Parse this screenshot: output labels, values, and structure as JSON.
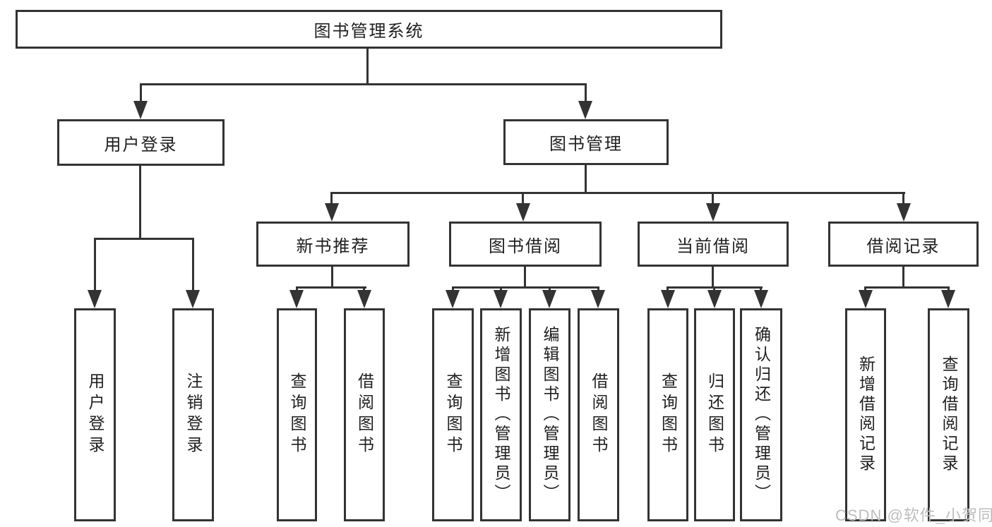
{
  "diagram": {
    "type": "tree",
    "root": {
      "label": "图书管理系统",
      "children": [
        {
          "label": "用户登录",
          "children": [
            {
              "label": "用户登录"
            },
            {
              "label": "注销登录"
            }
          ]
        },
        {
          "label": "图书管理",
          "children": [
            {
              "label": "新书推荐",
              "children": [
                {
                  "label": "查询图书"
                },
                {
                  "label": "借阅图书"
                }
              ]
            },
            {
              "label": "图书借阅",
              "children": [
                {
                  "label": "查询图书"
                },
                {
                  "label": "新增图书（管理员）"
                },
                {
                  "label": "编辑图书（管理员）"
                },
                {
                  "label": "借阅图书"
                }
              ]
            },
            {
              "label": "当前借阅",
              "children": [
                {
                  "label": "查询图书"
                },
                {
                  "label": "归还图书"
                },
                {
                  "label": "确认归还（管理员）"
                }
              ]
            },
            {
              "label": "借阅记录",
              "children": [
                {
                  "label": "新增借阅记录"
                },
                {
                  "label": "查询借阅记录"
                }
              ]
            }
          ]
        }
      ]
    }
  },
  "watermark": {
    "text": "CSDN @软件_小贺同学"
  },
  "colors": {
    "line": "#333333",
    "text": "#1f1f1f",
    "watermark": "#bdbdbd",
    "background": "#ffffff"
  }
}
